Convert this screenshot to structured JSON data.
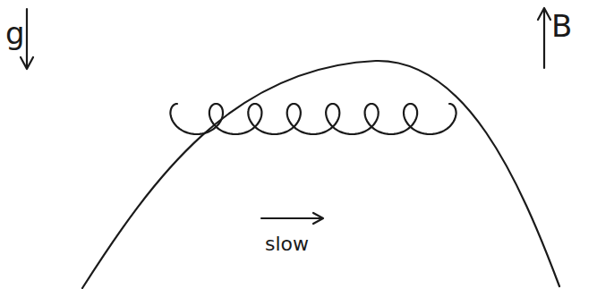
{
  "diagram": {
    "labels": [
      "g",
      "B",
      "slow"
    ]
  }
}
